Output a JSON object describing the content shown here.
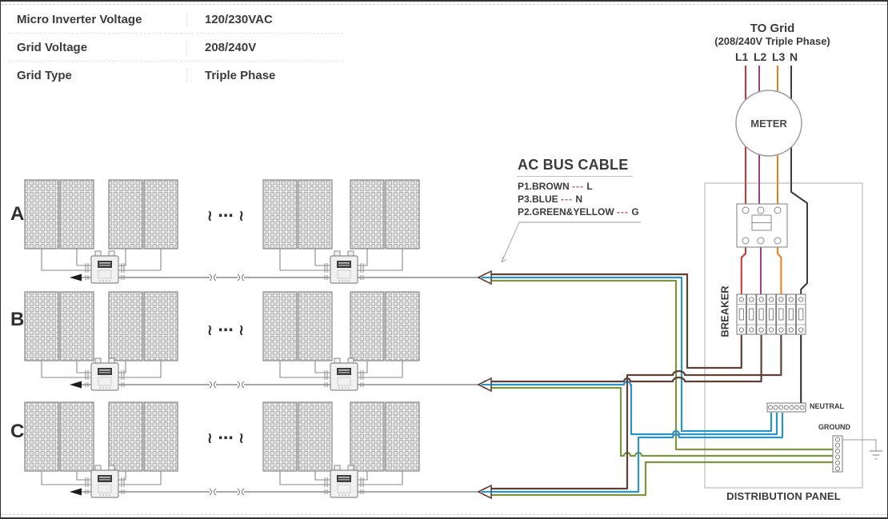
{
  "info_table": {
    "rows": [
      {
        "label": "Micro Inverter Voltage",
        "value": "120/230VAC"
      },
      {
        "label": "Grid Voltage",
        "value": "208/240V"
      },
      {
        "label": "Grid Type",
        "value": "Triple Phase"
      }
    ]
  },
  "ac_bus": {
    "title": "AC BUS CABLE",
    "legend": [
      {
        "wire": "P1.BROWN",
        "dash": "---",
        "code": "L"
      },
      {
        "wire": "P3.BLUE",
        "dash": "---",
        "code": "N"
      },
      {
        "wire": "P2.GREEN&YELLOW",
        "dash": "---",
        "code": "G"
      }
    ]
  },
  "grid": {
    "line1": "TO Grid",
    "line2": "(208/240V Triple Phase)",
    "phases": [
      "L1",
      "L2",
      "L3",
      "N"
    ]
  },
  "panel_area": {
    "rows": [
      {
        "label": "A"
      },
      {
        "label": "B"
      },
      {
        "label": "C"
      }
    ],
    "continuation_mark": "≀ ⋯ ≀"
  },
  "devices": {
    "meter": "METER",
    "breaker": "BREAKER",
    "neutral": "NEUTRAL",
    "ground": "GROUND",
    "distribution_panel": "DISTRIBUTION PANEL"
  },
  "colors": {
    "brown": "#5d4037",
    "blue": "#2b93c6",
    "green": "#7d9440",
    "red": "#cf352c",
    "purple": "#9c3d8f",
    "orange": "#ee7d1d",
    "neutral_black": "#3c3c3c",
    "legend_dash": "#c75b52"
  }
}
